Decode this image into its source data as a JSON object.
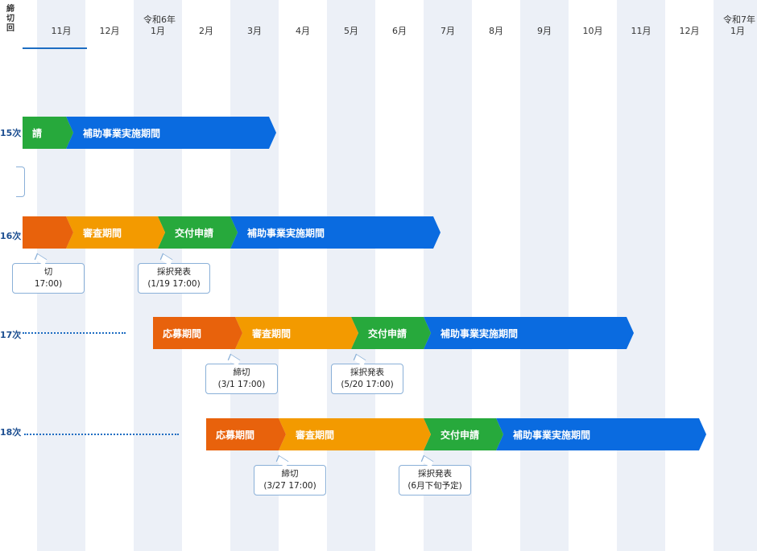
{
  "header": {
    "corner_label": "締切回",
    "months": [
      "11月",
      "12月",
      "1月",
      "2月",
      "3月",
      "4月",
      "5月",
      "6月",
      "7月",
      "8月",
      "9月",
      "10月",
      "11月",
      "12月",
      "1月"
    ],
    "era_labels": [
      {
        "index": 2,
        "text": "令和6年"
      },
      {
        "index": 14,
        "text": "令和7年"
      }
    ]
  },
  "colors": {
    "recruit": "#e8620c",
    "review": "#f39a00",
    "grant": "#27a93c",
    "implement": "#0a6be0",
    "stripe": "#ecf0f7",
    "label": "#1d4f91"
  },
  "rows": [
    {
      "label": "15次",
      "phases": [
        {
          "kind": "grant",
          "label": "請",
          "start": -0.3,
          "end": 0.6
        },
        {
          "kind": "implement",
          "label": "補助事業実施期間",
          "start": 0.6,
          "end": 4.8
        }
      ],
      "callouts": []
    },
    {
      "label": "16次",
      "phases": [
        {
          "kind": "recruit",
          "label": "",
          "start": -0.3,
          "end": 0.6
        },
        {
          "kind": "review",
          "label": "審査期間",
          "start": 0.6,
          "end": 2.5
        },
        {
          "kind": "grant",
          "label": "交付申請",
          "start": 2.5,
          "end": 4.0
        },
        {
          "kind": "implement",
          "label": "補助事業実施期間",
          "start": 4.0,
          "end": 8.2
        }
      ],
      "callouts": [
        {
          "line1": "切",
          "line2": "17:00)",
          "month": 0.0
        },
        {
          "line1": "採択発表",
          "line2": "(1/19 17:00)",
          "month": 2.6
        }
      ]
    },
    {
      "label": "17次",
      "phases": [
        {
          "kind": "recruit",
          "label": "応募期間",
          "start": 2.4,
          "end": 4.1
        },
        {
          "kind": "review",
          "label": "審査期間",
          "start": 4.1,
          "end": 6.5
        },
        {
          "kind": "grant",
          "label": "交付申請",
          "start": 6.5,
          "end": 8.0
        },
        {
          "kind": "implement",
          "label": "補助事業実施期間",
          "start": 8.0,
          "end": 12.2
        }
      ],
      "callouts": [
        {
          "line1": "締切",
          "line2": "(3/1 17:00)",
          "month": 4.0
        },
        {
          "line1": "採択発表",
          "line2": "(5/20 17:00)",
          "month": 6.6
        }
      ]
    },
    {
      "label": "18次",
      "phases": [
        {
          "kind": "recruit",
          "label": "応募期間",
          "start": 3.5,
          "end": 5.0
        },
        {
          "kind": "review",
          "label": "審査期間",
          "start": 5.0,
          "end": 8.0
        },
        {
          "kind": "grant",
          "label": "交付申請",
          "start": 8.0,
          "end": 9.5
        },
        {
          "kind": "implement",
          "label": "補助事業実施期間",
          "start": 9.5,
          "end": 13.7
        }
      ],
      "callouts": [
        {
          "line1": "締切",
          "line2": "(3/27 17:00)",
          "month": 5.0
        },
        {
          "line1": "採択発表",
          "line2": "(6月下旬予定)",
          "month": 8.0
        }
      ]
    }
  ]
}
